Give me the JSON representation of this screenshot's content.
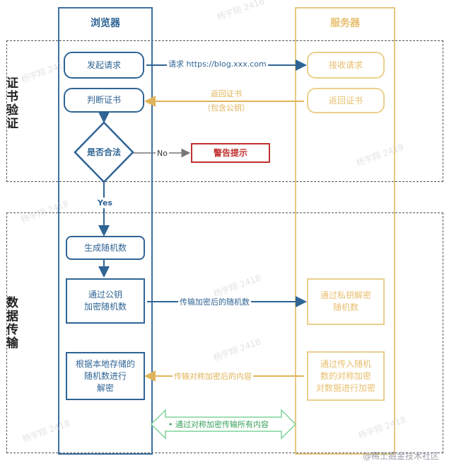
{
  "lanes": {
    "browser": "浏览器",
    "server": "服务器"
  },
  "sections": {
    "cert": "证书验证",
    "data": "数据传输"
  },
  "nodes": {
    "send_request": "发起请求",
    "judge_cert": "判断证书",
    "is_legal": "是否合法",
    "warning": "警告提示",
    "gen_random": "生成随机数",
    "encrypt_random": "通过公钥\n加密随机数",
    "decrypt_local": "根据本地存储的\n随机数进行\n解密",
    "recv_request": "接收请求",
    "return_cert": "返回证书",
    "decrypt_private": "通过私钥解密\n随机数",
    "encrypt_data": "通过传入随机\n数的对称加密\n对数据进行加密"
  },
  "edges": {
    "request_url": "请求 https://blog.xxx.com",
    "return_cert_line1": "返回证书",
    "return_cert_line2": "（包含公钥）",
    "no": "No",
    "yes": "Yes",
    "send_random": "传输加密后的随机数",
    "send_content": "传输对称加密后的内容",
    "symmetric": "• 通过对称加密传输所有内容"
  },
  "watermark": "杨宇翔 2418",
  "credit": "@稀土掘金技术社区",
  "colors": {
    "browser": "#2f6495",
    "server": "#e8bf6e",
    "warning": "#c03131",
    "green": "#3aa35a",
    "gray": "#777777"
  }
}
